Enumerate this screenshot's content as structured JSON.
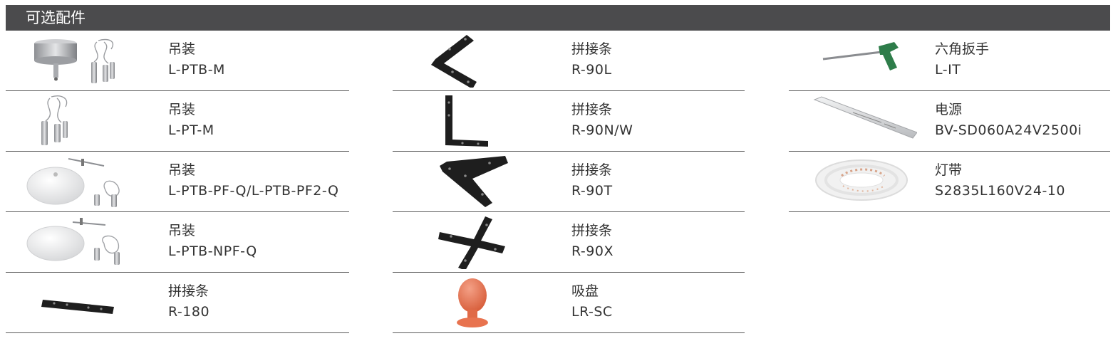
{
  "header": {
    "title": "可选配件"
  },
  "columns": [
    {
      "items": [
        {
          "name": "吊装",
          "code": "L-PTB-M"
        },
        {
          "name": "吊装",
          "code": "L-PT-M"
        },
        {
          "name": "吊装",
          "code": "L-PTB-PF-Q/L-PTB-PF2-Q"
        },
        {
          "name": "吊装",
          "code": "L-PTB-NPF-Q"
        },
        {
          "name": "拼接条",
          "code": "R-180"
        }
      ]
    },
    {
      "items": [
        {
          "name": "拼接条",
          "code": "R-90L"
        },
        {
          "name": "拼接条",
          "code": "R-90N/W"
        },
        {
          "name": "拼接条",
          "code": "R-90T"
        },
        {
          "name": "拼接条",
          "code": "R-90X"
        },
        {
          "name": "吸盘",
          "code": "LR-SC"
        }
      ]
    },
    {
      "items": [
        {
          "name": "六角扳手",
          "code": "L-IT"
        },
        {
          "name": "电源",
          "code": "BV-SD060A24V2500i"
        },
        {
          "name": "灯带",
          "code": "S2835L160V24-10"
        }
      ]
    }
  ],
  "colors": {
    "header_bg": "#4b4b4d",
    "header_text": "#ffffff",
    "accent_orange": "#e8734f",
    "bracket_black": "#1e1e1e"
  }
}
